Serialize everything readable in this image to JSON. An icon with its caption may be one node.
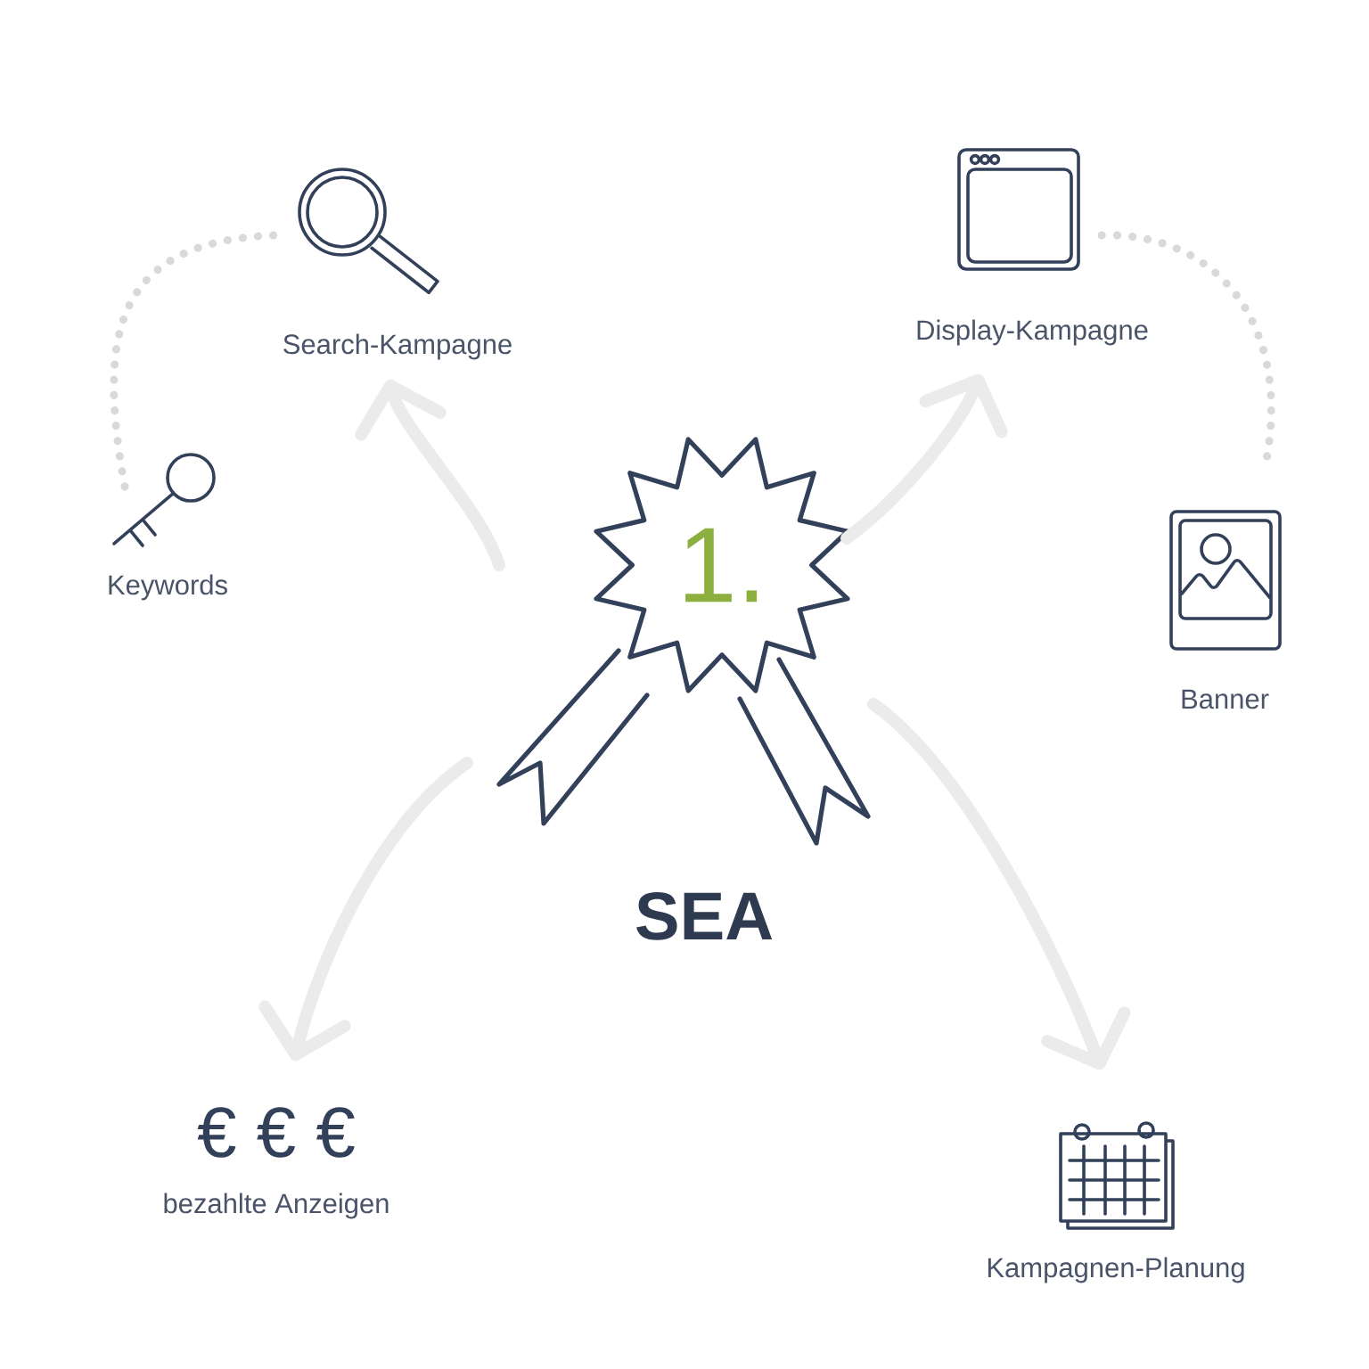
{
  "diagram": {
    "nodes": [
      {
        "text": [
          "Search-Kampagne"
        ]
      },
      {
        "text": [
          "Display-Kampagne"
        ]
      },
      {
        "text": [
          "Keywords"
        ]
      },
      {
        "text": [
          "1.",
          "SEA"
        ]
      },
      {
        "text": [
          "Banner"
        ]
      },
      {
        "text": [
          "€ € €",
          "bezahlte Anzeigen"
        ]
      },
      {
        "text": [
          "Kampagnen-Planung"
        ]
      }
    ],
    "edges": [
      {
        "from": 3,
        "to": 0,
        "arrow": "to"
      },
      {
        "from": 3,
        "to": 1,
        "arrow": "to"
      },
      {
        "from": 3,
        "to": 5,
        "arrow": "to"
      },
      {
        "from": 3,
        "to": 6,
        "arrow": "to"
      },
      {
        "from": 2,
        "to": 0,
        "arrow": "none",
        "style": "dashed"
      },
      {
        "from": 1,
        "to": 4,
        "arrow": "none",
        "style": "dashed"
      }
    ]
  }
}
